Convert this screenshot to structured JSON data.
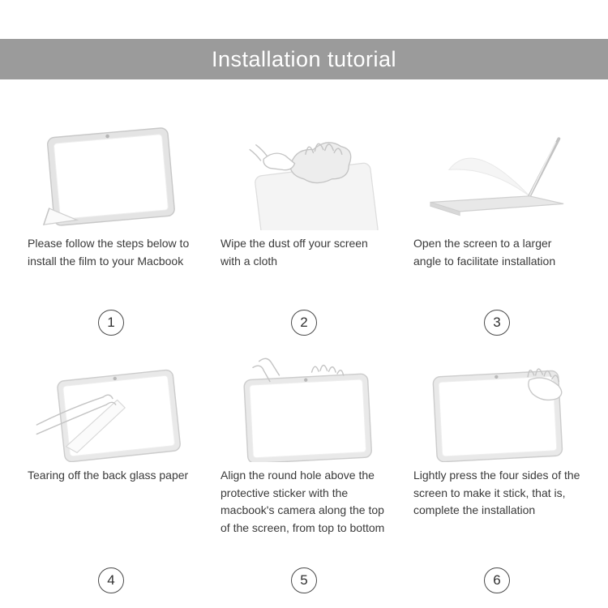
{
  "header": {
    "title": "Installation tutorial"
  },
  "colors": {
    "banner_bg": "#9b9b9b",
    "banner_text": "#ffffff",
    "caption_text": "#3a3a3a",
    "illustration_line": "#c4c4c4"
  },
  "steps": [
    {
      "number": "1",
      "icon": "film-peel-corner-icon",
      "caption": "Please follow the steps below to install the film to your Macbook"
    },
    {
      "number": "2",
      "icon": "wipe-cloth-hands-icon",
      "caption": "Wipe the dust off your screen with a cloth"
    },
    {
      "number": "3",
      "icon": "open-laptop-screen-icon",
      "caption": "Open the screen to a larger angle to facilitate installation"
    },
    {
      "number": "4",
      "icon": "tear-backing-paper-icon",
      "caption": "Tearing off the back glass paper"
    },
    {
      "number": "5",
      "icon": "align-camera-hole-icon",
      "caption": "Align the round hole above the protective sticker with the macbook's camera along the top of the screen, from top to bottom"
    },
    {
      "number": "6",
      "icon": "press-four-sides-icon",
      "caption": "Lightly press the four sides of the screen to make it stick, that is, complete the installation"
    }
  ]
}
